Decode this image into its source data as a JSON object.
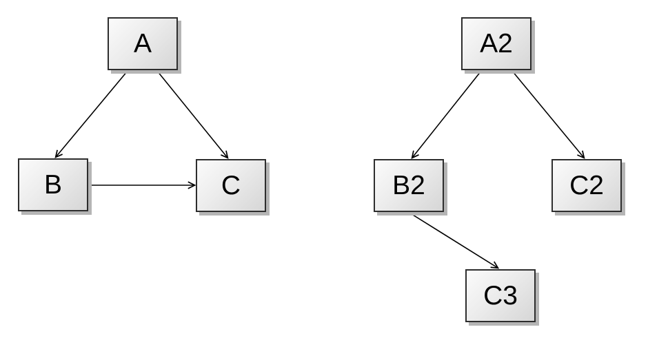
{
  "diagram": {
    "type": "directed-graph",
    "background": "#ffffff",
    "colors": {
      "node_fill_light": "#fbfbfb",
      "node_fill_dark": "#d6d6d6",
      "node_border": "#2d2d2d",
      "node_shadow": "#b5b5b5",
      "edge": "#000000",
      "label": "#000000"
    },
    "nodes": [
      {
        "id": "A",
        "label": "A"
      },
      {
        "id": "B",
        "label": "B"
      },
      {
        "id": "C",
        "label": "C"
      },
      {
        "id": "A2",
        "label": "A2"
      },
      {
        "id": "B2",
        "label": "B2"
      },
      {
        "id": "C2",
        "label": "C2"
      },
      {
        "id": "C3",
        "label": "C3"
      }
    ],
    "edges": [
      {
        "from": "A",
        "to": "B"
      },
      {
        "from": "A",
        "to": "C"
      },
      {
        "from": "B",
        "to": "C"
      },
      {
        "from": "A2",
        "to": "B2"
      },
      {
        "from": "A2",
        "to": "C2"
      },
      {
        "from": "B2",
        "to": "C3"
      }
    ]
  }
}
